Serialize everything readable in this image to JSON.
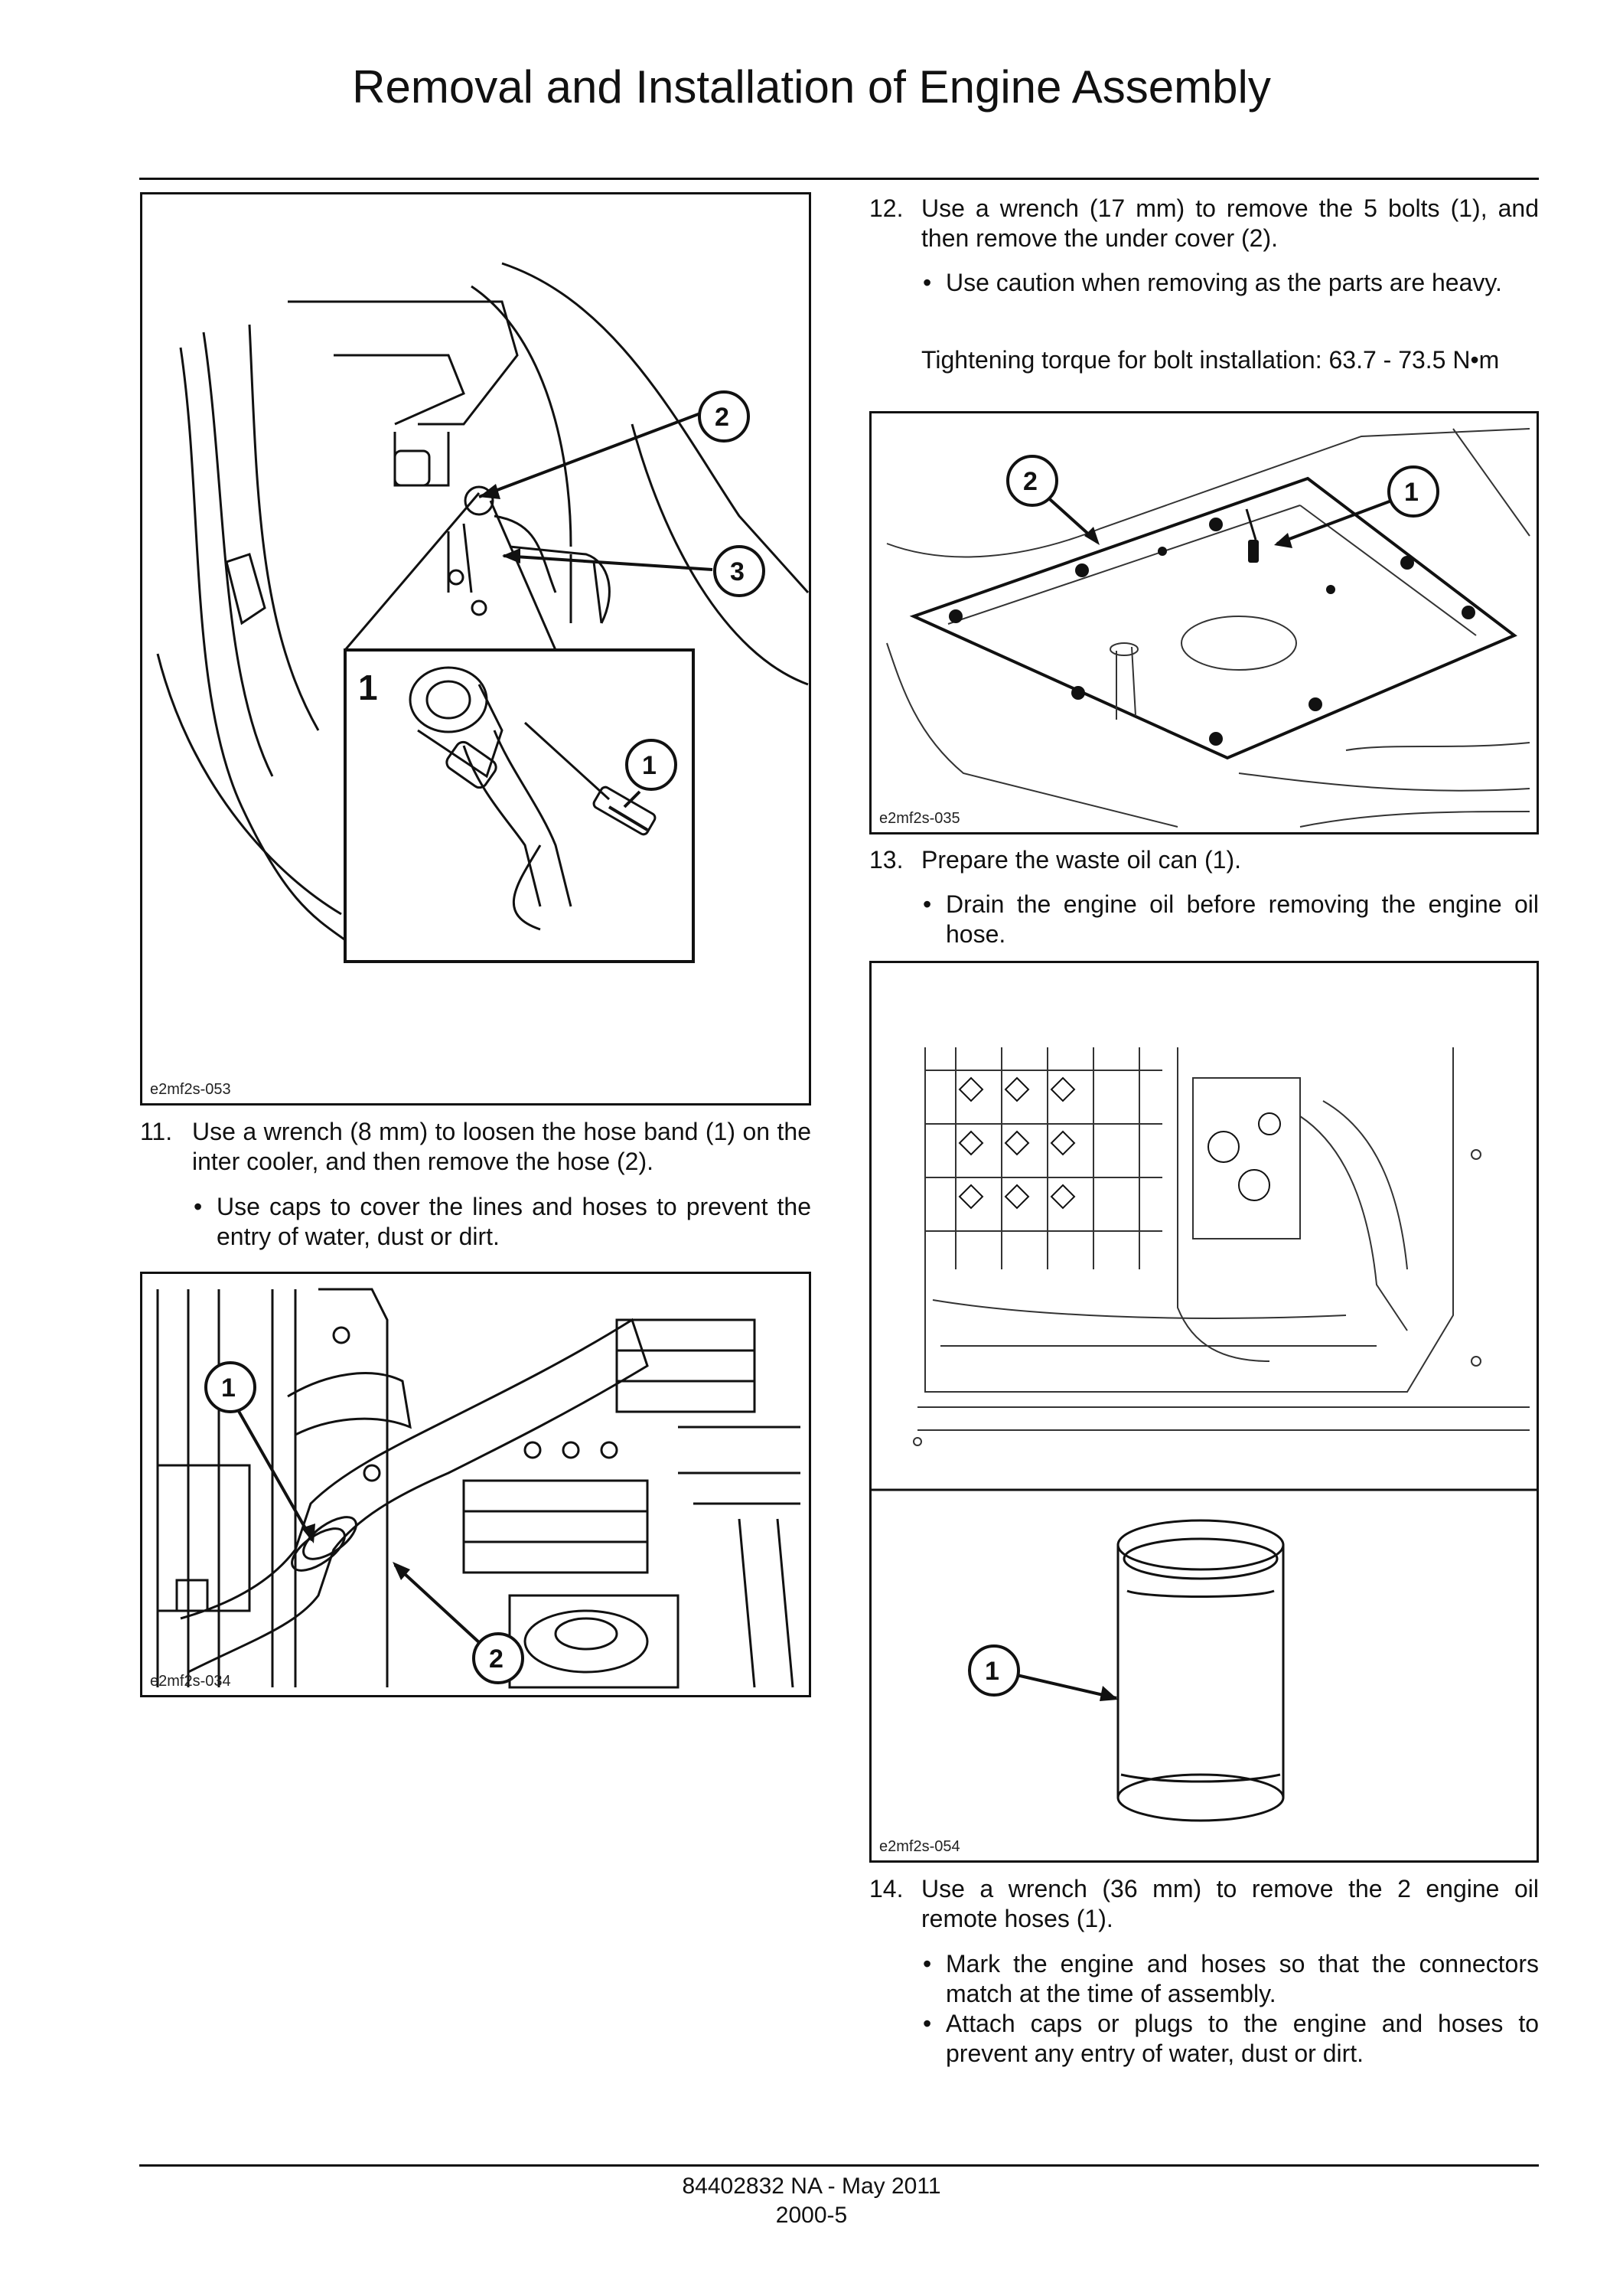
{
  "page": {
    "title": "Removal and Installation of Engine Assembly",
    "footer_line1": "84402832 NA - May 2011",
    "footer_line2": "2000-5"
  },
  "figures": {
    "fig_053": {
      "code": "e2mf2s-053",
      "callouts": [
        "2",
        "3",
        "1",
        "1"
      ]
    },
    "fig_034": {
      "code": "e2mf2s-034",
      "callouts": [
        "1",
        "2"
      ]
    },
    "fig_035": {
      "code": "e2mf2s-035",
      "callouts": [
        "2",
        "1"
      ]
    },
    "fig_054": {
      "code": "e2mf2s-054",
      "callouts": [
        "1"
      ]
    }
  },
  "steps": {
    "s11": {
      "num": "11.",
      "text": "Use a wrench (8 mm) to loosen the hose band (1) on the inter cooler, and then remove the hose (2).",
      "bullets": [
        "Use caps to cover the lines and hoses to prevent the entry of water, dust or dirt."
      ]
    },
    "s12": {
      "num": "12.",
      "text": "Use a wrench (17 mm) to remove the 5 bolts (1), and then remove the under cover (2).",
      "bullets": [
        "Use caution when removing as the parts are heavy."
      ],
      "note": "Tightening torque for bolt installation: 63.7 - 73.5 N•m"
    },
    "s13": {
      "num": "13.",
      "text": "Prepare the waste oil can (1).",
      "bullets": [
        "Drain the engine oil before removing the engine oil hose."
      ]
    },
    "s14": {
      "num": "14.",
      "text": "Use a wrench (36 mm) to remove the 2 engine oil remote hoses (1).",
      "bullets": [
        "Mark the engine and hoses so that the connectors match at the time of assembly.",
        "Attach caps or plugs to the engine and hoses to prevent any entry of water, dust or dirt."
      ]
    }
  },
  "glyphs": {
    "bullet": "•"
  }
}
